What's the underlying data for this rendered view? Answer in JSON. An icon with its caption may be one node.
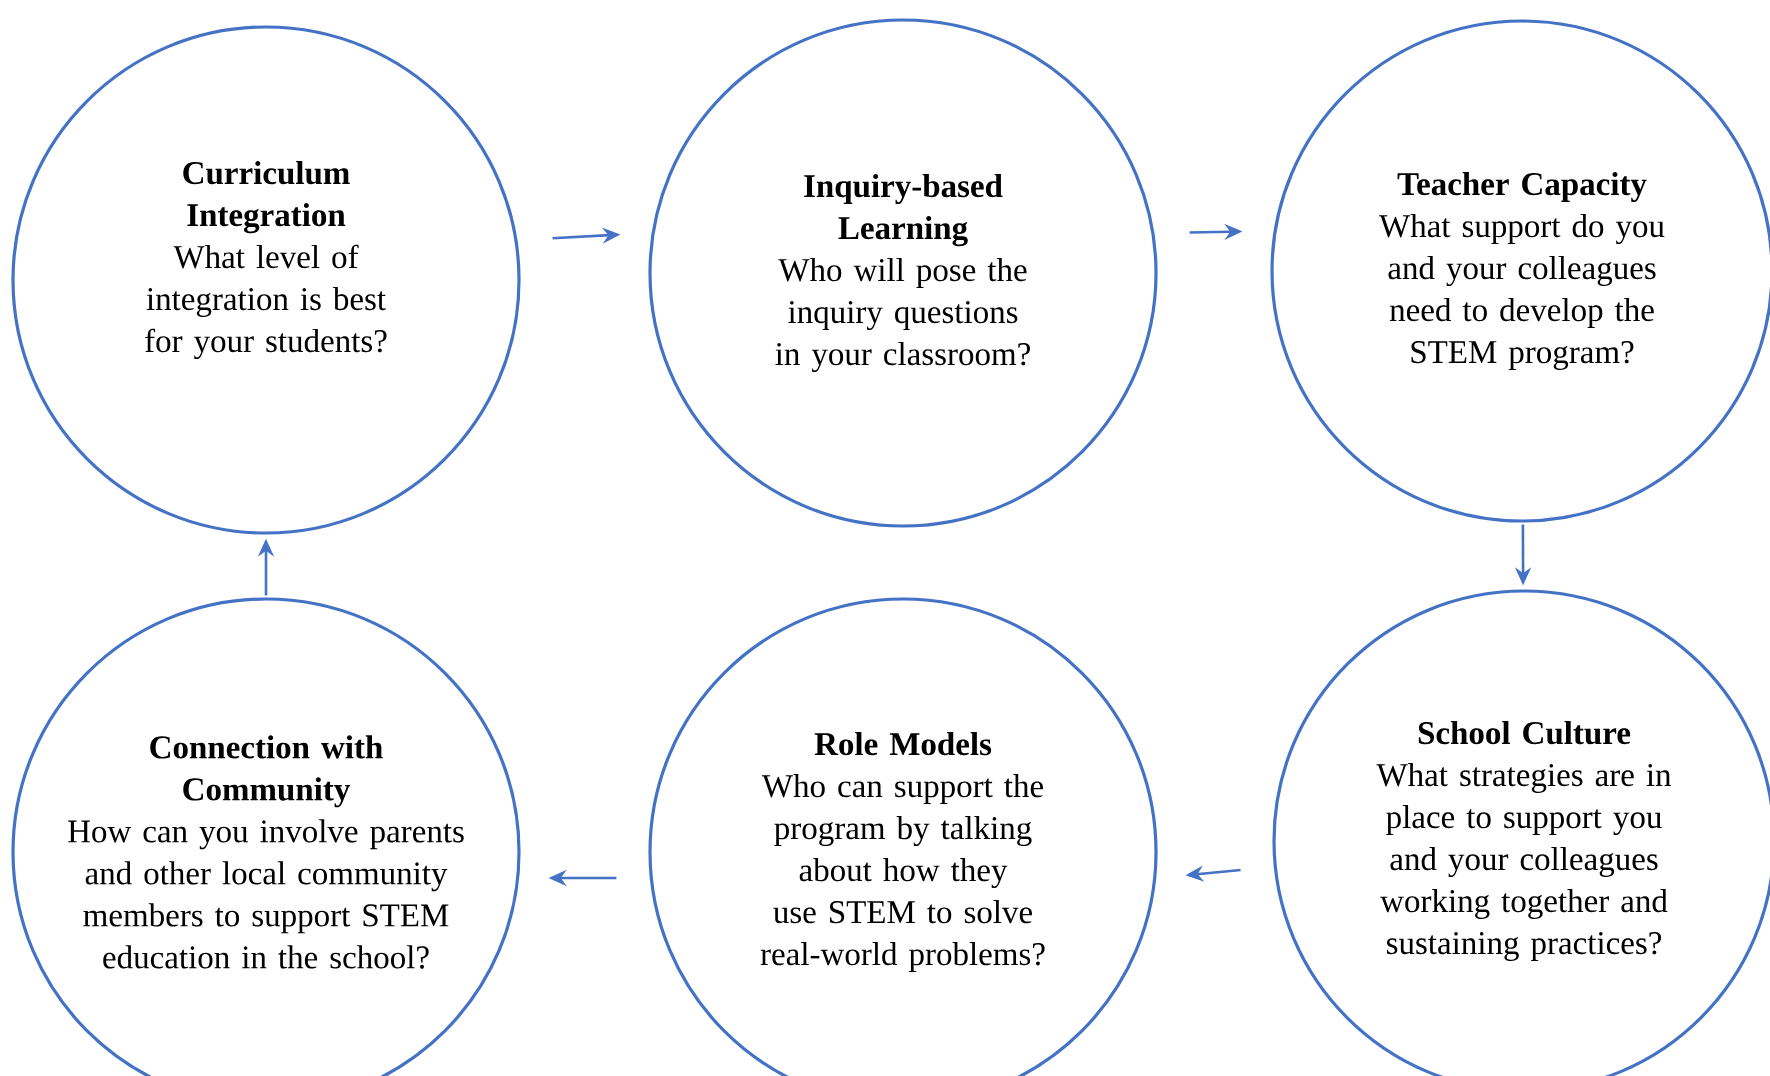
{
  "diagram": {
    "nodes": [
      {
        "text": [
          "Curriculum Integration",
          "What level of integration is best for your students?"
        ]
      },
      {
        "text": [
          "Inquiry-based Learning",
          "Who will pose the inquiry questions in your classroom?"
        ]
      },
      {
        "text": [
          "Teacher Capacity",
          "What support do you and your colleagues need to develop the STEM program?"
        ]
      },
      {
        "text": [
          "Connection with Community",
          "How can you involve parents and other local community members to support STEM education in the school?"
        ]
      },
      {
        "text": [
          "Role Models",
          "Who can support the program by talking about how they use STEM to solve real-world problems?"
        ]
      },
      {
        "text": [
          "School Culture",
          "What strategies are in place to support you and your colleagues working together and sustaining practices?"
        ]
      }
    ],
    "edges": [
      {
        "from": 0,
        "to": 1,
        "arrow": "to"
      },
      {
        "from": 1,
        "to": 2,
        "arrow": "to"
      },
      {
        "from": 2,
        "to": 5,
        "arrow": "to"
      },
      {
        "from": 5,
        "to": 4,
        "arrow": "to"
      },
      {
        "from": 4,
        "to": 3,
        "arrow": "to"
      },
      {
        "from": 3,
        "to": 0,
        "arrow": "to"
      }
    ]
  }
}
